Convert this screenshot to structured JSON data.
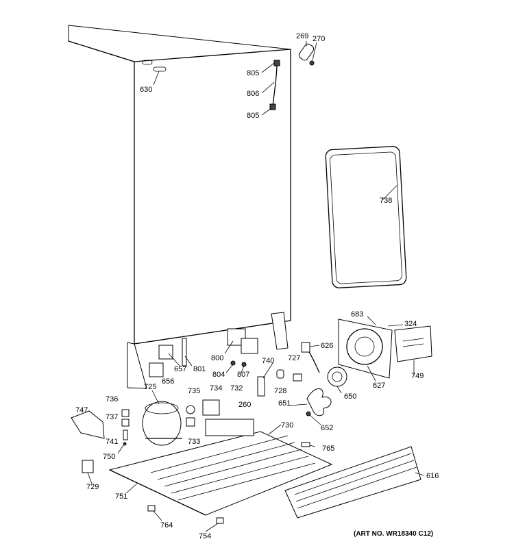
{
  "callouts": [
    {
      "key": "p269",
      "text": "269"
    },
    {
      "key": "p270",
      "text": "270"
    },
    {
      "key": "p630",
      "text": "630"
    },
    {
      "key": "p805a",
      "text": "805"
    },
    {
      "key": "p806",
      "text": "806"
    },
    {
      "key": "p805b",
      "text": "805"
    },
    {
      "key": "p738",
      "text": "738"
    },
    {
      "key": "p683",
      "text": "683"
    },
    {
      "key": "p324",
      "text": "324"
    },
    {
      "key": "p626",
      "text": "626"
    },
    {
      "key": "p749",
      "text": "749"
    },
    {
      "key": "p800",
      "text": "800"
    },
    {
      "key": "p727",
      "text": "727"
    },
    {
      "key": "p657",
      "text": "657"
    },
    {
      "key": "p801",
      "text": "801"
    },
    {
      "key": "p804",
      "text": "804"
    },
    {
      "key": "p807",
      "text": "807"
    },
    {
      "key": "p740",
      "text": "740"
    },
    {
      "key": "p656",
      "text": "656"
    },
    {
      "key": "p728",
      "text": "728"
    },
    {
      "key": "p627",
      "text": "627"
    },
    {
      "key": "p650",
      "text": "650"
    },
    {
      "key": "p725",
      "text": "725"
    },
    {
      "key": "p735",
      "text": "735"
    },
    {
      "key": "p734",
      "text": "734"
    },
    {
      "key": "p732",
      "text": "732"
    },
    {
      "key": "p736",
      "text": "736"
    },
    {
      "key": "p651",
      "text": "651"
    },
    {
      "key": "p747",
      "text": "747"
    },
    {
      "key": "p260",
      "text": "260"
    },
    {
      "key": "p737",
      "text": "737"
    },
    {
      "key": "p652",
      "text": "652"
    },
    {
      "key": "p730",
      "text": "730"
    },
    {
      "key": "p741",
      "text": "741"
    },
    {
      "key": "p733",
      "text": "733"
    },
    {
      "key": "p765",
      "text": "765"
    },
    {
      "key": "p750",
      "text": "750"
    },
    {
      "key": "p616",
      "text": "616"
    },
    {
      "key": "p729",
      "text": "729"
    },
    {
      "key": "p751",
      "text": "751"
    },
    {
      "key": "p764",
      "text": "764"
    },
    {
      "key": "p754",
      "text": "754"
    }
  ],
  "art_number": "(ART NO. WR18340 C12)"
}
